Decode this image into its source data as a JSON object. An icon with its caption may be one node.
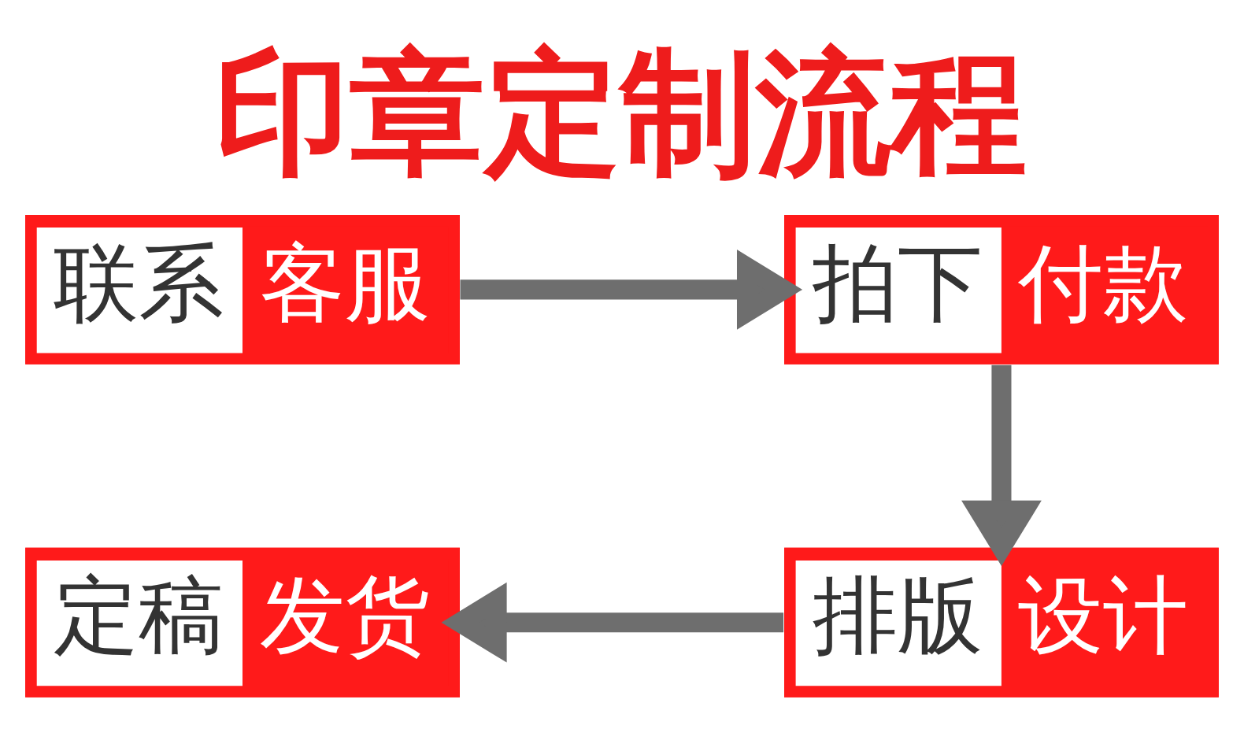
{
  "diagram": {
    "title": "印章定制流程",
    "nodes": [
      {
        "text": [
          "联系客服"
        ]
      },
      {
        "text": [
          "拍下付款"
        ]
      },
      {
        "text": [
          "排版设计"
        ]
      },
      {
        "text": [
          "定稿发货"
        ]
      }
    ],
    "edges": [
      {
        "from": 0,
        "to": 1,
        "arrow": "to"
      },
      {
        "from": 1,
        "to": 2,
        "arrow": "to"
      },
      {
        "from": 2,
        "to": 3,
        "arrow": "to"
      }
    ]
  }
}
